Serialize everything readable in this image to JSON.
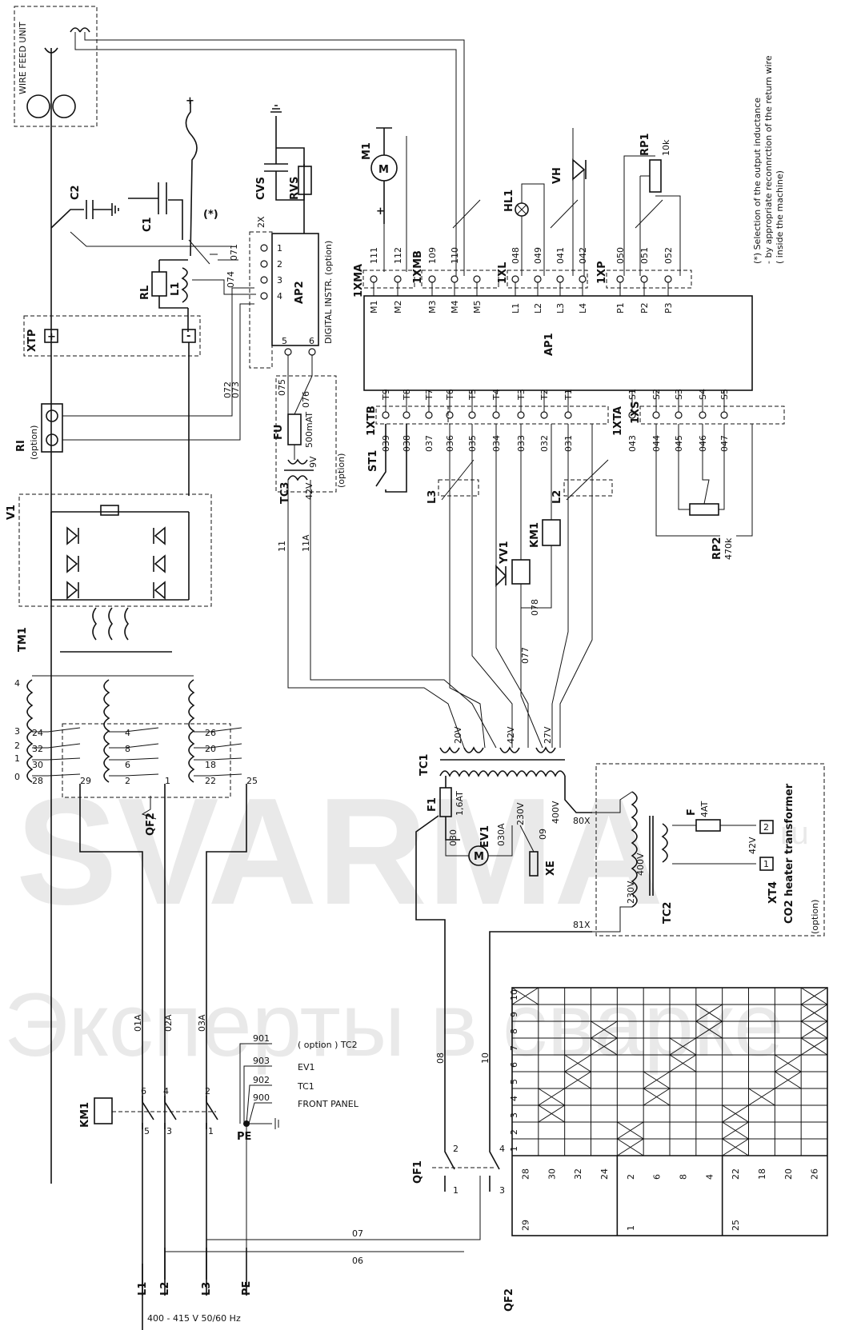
{
  "watermark": {
    "brand": "SVARMA",
    "brand_suffix": "ru",
    "tagline": "Эксперты в сварке"
  },
  "labels": {
    "wire_feed_unit": "WIRE FEED UNIT",
    "note_mark": "(*)",
    "note_line1": "(*)  Selection of the output inductance",
    "note_line2": "- by appropriate reconnrction of the return wire",
    "note_line3": "( inside the machine)",
    "c2": "C2",
    "c1": "C1",
    "rl": "RL",
    "l1": "L1",
    "cvs": "CVS",
    "rvs": "RVS",
    "x2": "2X",
    "ap2": "AP2",
    "ap2_sub": "DIGITAL INSTR. (option)",
    "xtp": "XTP",
    "ri": "RI",
    "ri_opt": "(option)",
    "v1": "V1",
    "tm1": "TM1",
    "fu": "FU",
    "fu_val": "500mAT",
    "tc3": "TC3",
    "tc3_9v": "9V",
    "tc3_42v": "42V",
    "tc3_opt": "(option)",
    "m1": "M1",
    "vh": "VH",
    "hl1": "HL1",
    "rp1": "RP1",
    "rp1_val": "10k",
    "ap1": "AP1",
    "st1": "ST1",
    "l3": "L3",
    "l2": "L2",
    "km1": "KM1",
    "yv1": "YV1",
    "rp2": "RP2",
    "rp2_val": "470k",
    "x1xma": "1XMA",
    "x1xmb": "1XMB",
    "x1xl": "1XL",
    "x1xp": "1XP",
    "x1xtb": "1XTB",
    "x1xta": "1XTA",
    "x1xs": "1XS",
    "tc1": "TC1",
    "f1": "F1",
    "f1_val": "1,6AT",
    "ev1": "EV1",
    "xe": "XE",
    "v230": "230V",
    "v400": "400V",
    "v20": "20V",
    "v42": "42V",
    "v27": "27V",
    "x80": "80X",
    "x81": "81X",
    "tc2": "TC2",
    "f": "F",
    "f_val": "4AT",
    "xt4": "XT4",
    "tc2_42v": "42V",
    "co2": "CO2 heater transformer",
    "co2_opt": "(option)",
    "qf2": "QF2",
    "qf1": "QF1",
    "km1_bot": "KM1",
    "pe": "PE",
    "supply": "400 - 415 V  50/60 Hz",
    "tc2_ref": "( option ) TC2",
    "ev1_ref": "EV1",
    "tc1_ref": "TC1",
    "fp_ref": "FRONT PANEL",
    "plus": "+",
    "minus": "-"
  },
  "top_wires": [
    "111",
    "112",
    "109",
    "110",
    "048",
    "049",
    "041",
    "042",
    "050",
    "051",
    "052"
  ],
  "ap1_top_pins": [
    "M1",
    "M2",
    "M3",
    "M4",
    "M5",
    "L1",
    "L2",
    "L3",
    "L4",
    "P1",
    "P2",
    "P3"
  ],
  "ap1_bottom_pins": [
    "T9",
    "T8",
    "T7",
    "T6",
    "T5",
    "T4",
    "T3",
    "T2",
    "T1",
    "S1",
    "S2",
    "S3",
    "S4",
    "S5"
  ],
  "bottom_wires": [
    "039",
    "038",
    "037",
    "036",
    "035",
    "034",
    "033",
    "032",
    "031",
    "043",
    "044",
    "045",
    "046",
    "047"
  ],
  "misc_wires": [
    "071",
    "074",
    "072",
    "073",
    "075",
    "076",
    "077",
    "078",
    "030",
    "030A",
    "09",
    "11",
    "11A",
    "08",
    "10",
    "07",
    "06",
    "01A",
    "02A",
    "03A",
    "900",
    "901",
    "902",
    "903"
  ],
  "mains": [
    "L1",
    "L2",
    "L3",
    "PE"
  ],
  "qf2_taps": [
    "24",
    "32",
    "30",
    "28",
    "29",
    "4",
    "8",
    "6",
    "2",
    "1",
    "26",
    "20",
    "18",
    "22",
    "25"
  ],
  "tm1_taps": [
    "4",
    "3",
    "2",
    "1",
    "0"
  ],
  "qf2_table_cols": [
    "1",
    "2",
    "3",
    "4",
    "5",
    "6",
    "7",
    "8",
    "9",
    "10"
  ],
  "qf2_table_rows": [
    {
      "group": "29",
      "tap": "28"
    },
    {
      "group": "",
      "tap": "30"
    },
    {
      "group": "",
      "tap": "32"
    },
    {
      "group": "",
      "tap": "24"
    },
    {
      "group": "1",
      "tap": "2"
    },
    {
      "group": "",
      "tap": "6"
    },
    {
      "group": "",
      "tap": "8"
    },
    {
      "group": "",
      "tap": "4"
    },
    {
      "group": "25",
      "tap": "22"
    },
    {
      "group": "",
      "tap": "18"
    },
    {
      "group": "",
      "tap": "20"
    },
    {
      "group": "",
      "tap": "26"
    }
  ],
  "qf2_table_x": [
    [
      10
    ],
    [
      3,
      4
    ],
    [
      5,
      6
    ],
    [
      7,
      8
    ],
    [
      1,
      2
    ],
    [
      4,
      5
    ],
    [
      6,
      7
    ],
    [
      8,
      9
    ],
    [
      1,
      2,
      3
    ],
    [
      4
    ],
    [
      5,
      6
    ],
    [
      7,
      8,
      9,
      10
    ]
  ]
}
